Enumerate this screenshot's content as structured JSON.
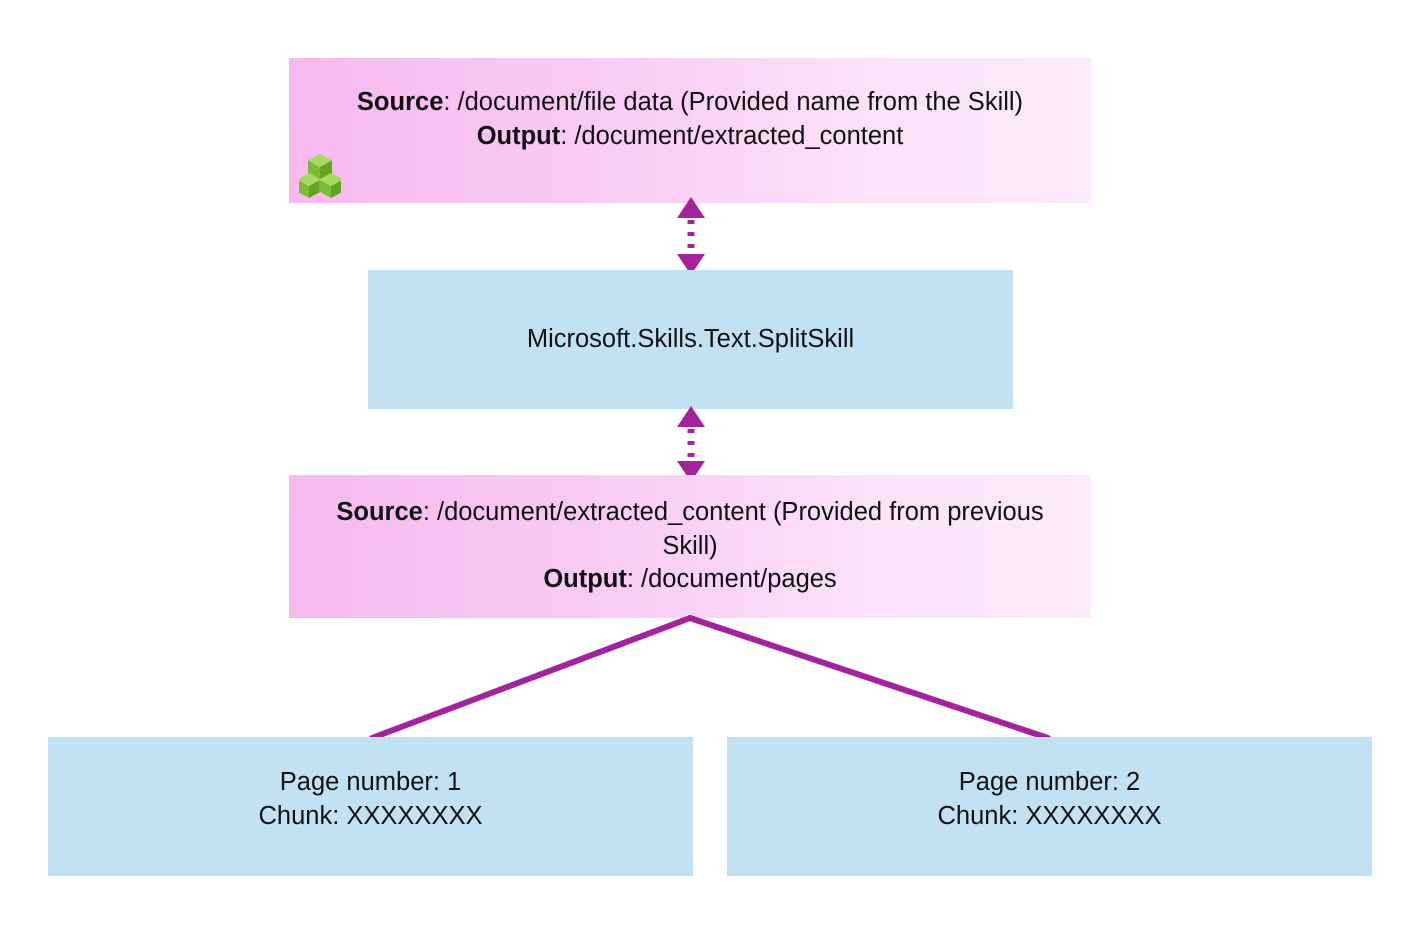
{
  "diagram": {
    "title": "Azure AI Search SplitSkill pipeline",
    "colors": {
      "background": "#ffffff",
      "pink_gradient_start": "#f6b9ef",
      "pink_gradient_end": "#fdeafc",
      "blue_box": "#c2e1f3",
      "connector_purple": "#a3239b",
      "cube_green_light": "#a2d45e",
      "cube_green_mid": "#8cc63f",
      "cube_green_dark": "#6faa2e",
      "text": "#111111"
    },
    "nodes": {
      "input_params": {
        "source_label": "Source",
        "source_value": ": /document/file data (Provided name from the Skill)",
        "output_label": "Output",
        "output_value": ": /document/extracted_content",
        "icon": "green-cubes-icon"
      },
      "skill": {
        "name": "Microsoft.Skills.Text.SplitSkill"
      },
      "output_params": {
        "source_label": "Source",
        "source_value": ": /document/extracted_content (Provided from previous Skill)",
        "output_label": "Output",
        "output_value": ": /document/pages"
      },
      "pages": [
        {
          "page_line": "Page number: 1",
          "chunk_line": "Chunk: XXXXXXXX"
        },
        {
          "page_line": "Page number: 2",
          "chunk_line": "Chunk: XXXXXXXX"
        }
      ]
    },
    "connectors": {
      "input_to_skill": "dotted-double-arrow-vertical",
      "skill_to_output": "dotted-double-arrow-vertical",
      "output_to_pages": "solid-split-lines"
    }
  }
}
